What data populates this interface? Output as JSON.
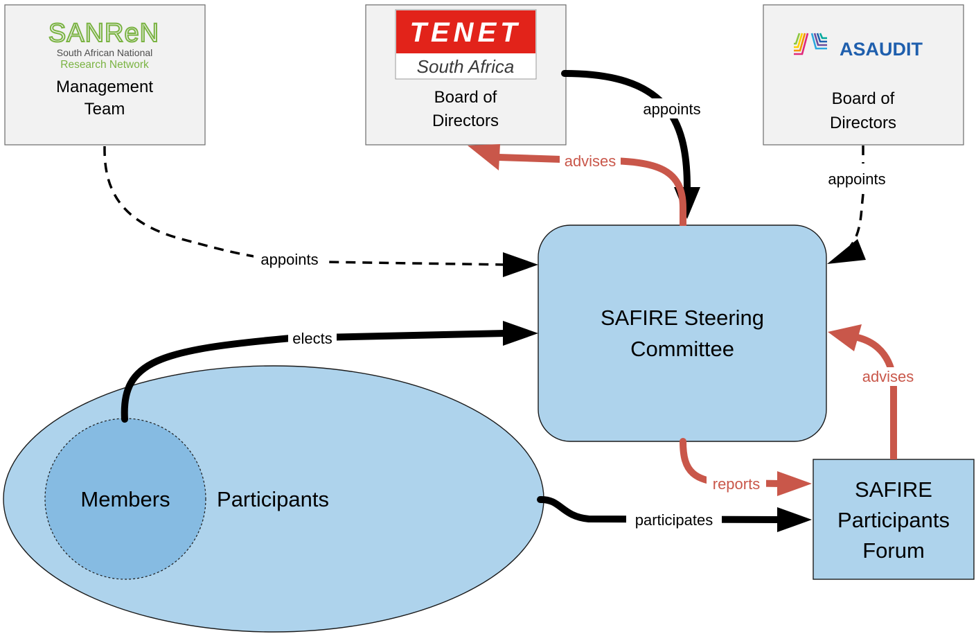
{
  "colors": {
    "box_grey": "#f2f2f2",
    "node_blue": "#aed3ec",
    "members_blue": "#86bbe2",
    "advise_red": "#c9574a",
    "tenet_red": "#e2231a",
    "sanren_green": "#7ab342"
  },
  "orgs": {
    "sanren": {
      "logo_name": "SANReN",
      "logo_line1": "South African National",
      "logo_line2": "Research Network",
      "label_line1": "Management",
      "label_line2": "Team"
    },
    "tenet": {
      "logo_top": "TENET",
      "logo_bottom": "South Africa",
      "label_line1": "Board of",
      "label_line2": "Directors"
    },
    "asaudit": {
      "logo_name": "ASAUDIT",
      "label_line1": "Board of",
      "label_line2": "Directors"
    }
  },
  "nodes": {
    "steering_line1": "SAFIRE Steering",
    "steering_line2": "Committee",
    "forum_line1": "SAFIRE",
    "forum_line2": "Participants",
    "forum_line3": "Forum",
    "participants": "Participants",
    "members": "Members"
  },
  "edges": {
    "sanren_appoints": "appoints",
    "tenet_appoints": "appoints",
    "asaudit_appoints": "appoints",
    "advises_tenet": "advises",
    "elects": "elects",
    "reports": "reports",
    "participates": "participates",
    "advises_forum": "advises"
  }
}
